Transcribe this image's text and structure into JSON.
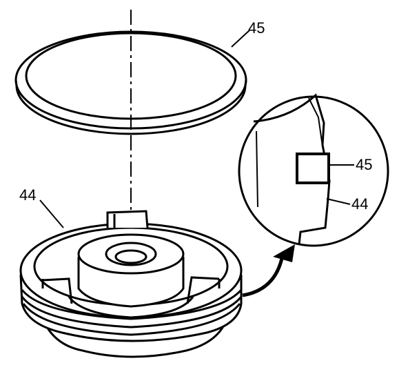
{
  "callouts": {
    "ring_top": "45",
    "housing_left": "44",
    "detail_ring": "45",
    "detail_housing": "44"
  }
}
